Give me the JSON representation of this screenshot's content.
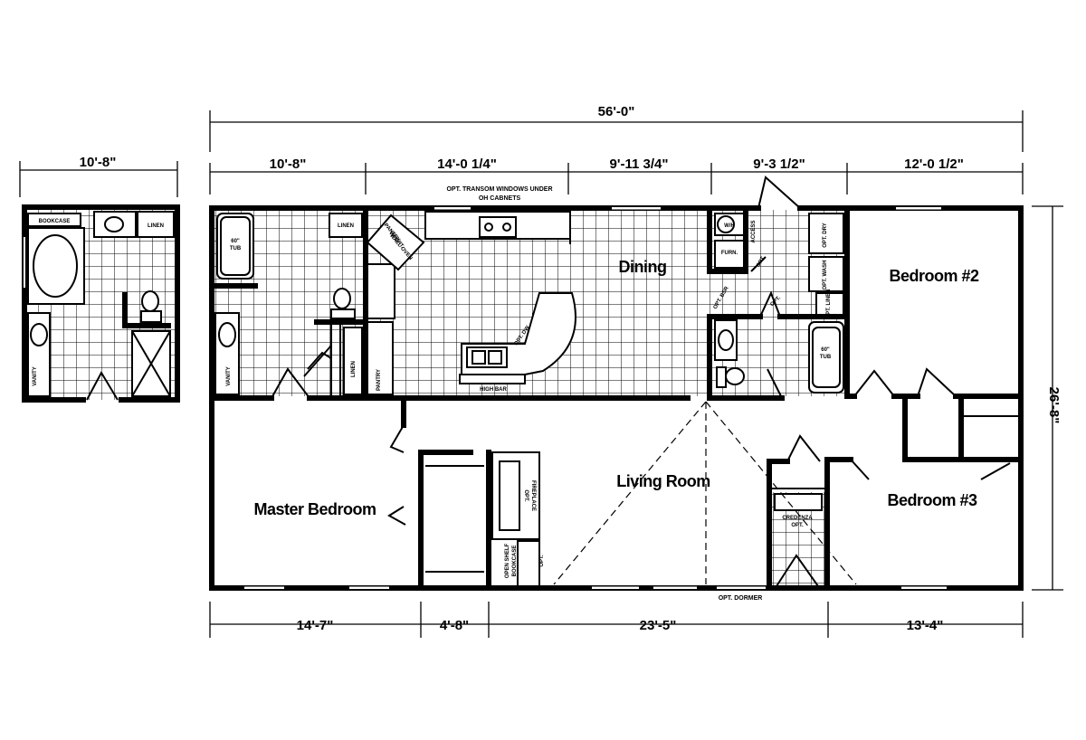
{
  "dimensions": {
    "overall_width": "56'-0\"",
    "overall_depth": "26'-8\"",
    "alt_bath_width": "10'-8\"",
    "top_segments": [
      "10'-8\"",
      "14'-0 1/4\"",
      "9'-11 3/4\"",
      "9'-3 1/2\"",
      "12'-0 1/2\""
    ],
    "bottom_segments": [
      "14'-7\"",
      "4'-8\"",
      "23'-5\"",
      "13'-4\""
    ]
  },
  "rooms": {
    "dining": "Dining",
    "bedroom2": "Bedroom #2",
    "bedroom3": "Bedroom #3",
    "master": "Master Bedroom",
    "living": "Living Room"
  },
  "notes": {
    "transom_line1": "OPT. TRANSOM WINDOWS UNDER",
    "transom_line2": "OH CABNETS",
    "dormer": "OPT. DORMER",
    "high_bar": "HIGH BAR",
    "opt_dw": "OPT. DW",
    "credenza_line1": "CREDENZA",
    "credenza_line2": "OPT.",
    "fireplace_line1": "OPT.",
    "fireplace_line2": "FIREPLACE",
    "bookcase_line1": "OPEN SHELF",
    "bookcase_line2": "BOOKCASE",
    "bookcase_line3": "OPT.",
    "pantry_line1": "PANTRY",
    "pantry_line2": "W/ OPT.",
    "pantry_line3": "WALL OVEN"
  },
  "labels": {
    "bookcase": "BOOKCASE",
    "linen": "LINEN",
    "vanity": "VANITY",
    "tub": "60\"",
    "tub2": "TUB",
    "pantry": "PANTRY",
    "wh": "W/H",
    "furn": "FURN.",
    "access": "ACCESS",
    "opt_dry": "OPT. DRY",
    "opt_wash": "OPT. WASH",
    "opt": "OPT.",
    "opt_linen": "OPT. LINEN",
    "opt_bsr": "OPT. BSR"
  }
}
